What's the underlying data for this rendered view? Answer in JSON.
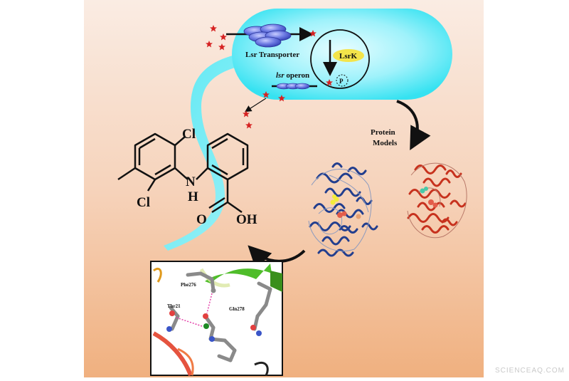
{
  "diagram": {
    "cell": {
      "transporter_label": "Lsr Transporter",
      "kinase_label": "LsrK",
      "phosphate_label": "P",
      "operon_label_italic": "lsr",
      "operon_label_rest": " operon"
    },
    "molecule": {
      "chlorine_top": "Cl",
      "chlorine_bottom": "Cl",
      "amine_n": "N",
      "amine_h": "H",
      "carbonyl_o": "O",
      "hydroxyl": "OH"
    },
    "protein_models_label_line1": "Protein",
    "protein_models_label_line2": "Models",
    "residues": {
      "phe": "Phe276",
      "thr": "Thr21",
      "gln": "Gln278"
    },
    "colors": {
      "background_top": "#f9e1d2",
      "background_bottom": "#f0b489",
      "cell_fill": "#49e6f4",
      "transporter": "#4f5fd4",
      "star": "#d62222",
      "kinase": "#f4e64b",
      "protein_blue": "#223e8e",
      "protein_red": "#c7321e"
    }
  },
  "watermark": "SCIENCEAQ.COM"
}
